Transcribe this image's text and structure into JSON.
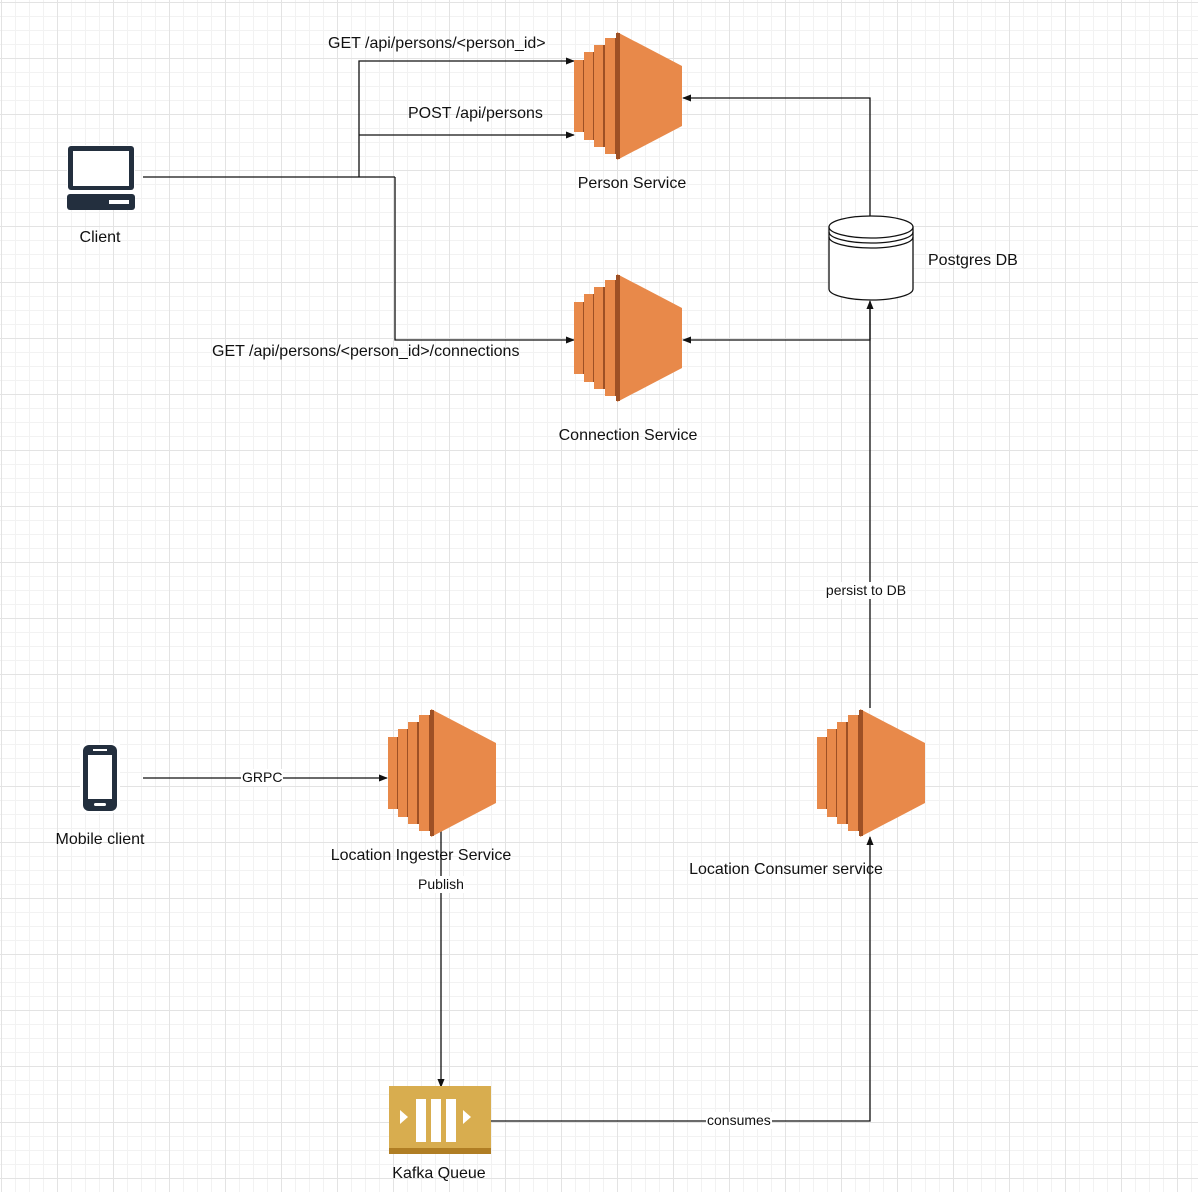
{
  "colors": {
    "compute_orange": "#e8894a",
    "compute_orange_dark": "#9d5025",
    "kafka_gold": "#d8ad4f",
    "kafka_gold_dark": "#b07e24",
    "line": "#111111",
    "device_dark": "#232f3e"
  },
  "nodes": {
    "client": {
      "label": "Client",
      "icon": "desktop-computer-icon"
    },
    "mobile_client": {
      "label": "Mobile client",
      "icon": "mobile-phone-icon"
    },
    "person_service": {
      "label": "Person Service",
      "icon": "ec2-compute-icon"
    },
    "connection_service": {
      "label": "Connection Service",
      "icon": "ec2-compute-icon"
    },
    "postgres_db": {
      "label": "Postgres DB",
      "icon": "database-cylinder-icon"
    },
    "location_ingester": {
      "label": "Location Ingester Service",
      "icon": "ec2-compute-icon"
    },
    "location_consumer": {
      "label": "Location Consumer service",
      "icon": "ec2-compute-icon"
    },
    "kafka_queue": {
      "label": "Kafka Queue",
      "icon": "message-queue-icon"
    }
  },
  "edges": {
    "get_person": "GET /api/persons/<person_id>",
    "post_persons": "POST /api/persons",
    "get_connections": "GET /api/persons/<person_id>/connections",
    "grpc": "GRPC",
    "publish": "Publish",
    "consumes": "consumes",
    "persist": "persist to DB"
  }
}
